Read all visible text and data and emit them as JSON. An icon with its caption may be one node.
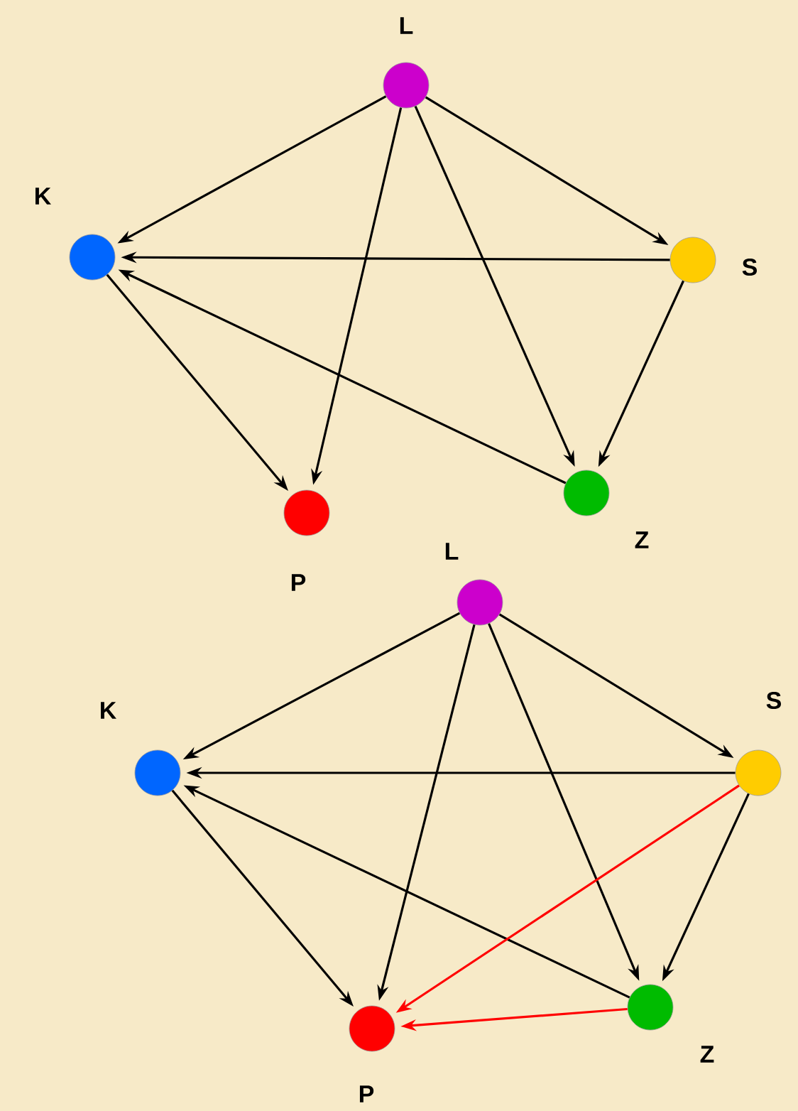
{
  "diagram": {
    "nodes": [
      {
        "text": [
          "L"
        ]
      },
      {
        "text": [
          "K"
        ]
      },
      {
        "text": [
          "S"
        ]
      },
      {
        "text": [
          "P"
        ]
      },
      {
        "text": [
          "Z"
        ]
      },
      {
        "text": [
          "L"
        ]
      },
      {
        "text": [
          "K"
        ]
      },
      {
        "text": [
          "S"
        ]
      },
      {
        "text": [
          "P"
        ]
      },
      {
        "text": [
          "Z"
        ]
      }
    ],
    "edges": [
      {
        "from": 0,
        "to": 1,
        "arrow": "to"
      },
      {
        "from": 0,
        "to": 2,
        "arrow": "to"
      },
      {
        "from": 0,
        "to": 3,
        "arrow": "to"
      },
      {
        "from": 0,
        "to": 4,
        "arrow": "to"
      },
      {
        "from": 2,
        "to": 1,
        "arrow": "to"
      },
      {
        "from": 2,
        "to": 4,
        "arrow": "to"
      },
      {
        "from": 1,
        "to": 3,
        "arrow": "to"
      },
      {
        "from": 4,
        "to": 1,
        "arrow": "to"
      },
      {
        "from": 5,
        "to": 6,
        "arrow": "to"
      },
      {
        "from": 5,
        "to": 7,
        "arrow": "to"
      },
      {
        "from": 5,
        "to": 8,
        "arrow": "to"
      },
      {
        "from": 5,
        "to": 9,
        "arrow": "to"
      },
      {
        "from": 7,
        "to": 6,
        "arrow": "to"
      },
      {
        "from": 7,
        "to": 9,
        "arrow": "to"
      },
      {
        "from": 6,
        "to": 8,
        "arrow": "to"
      },
      {
        "from": 9,
        "to": 6,
        "arrow": "to"
      },
      {
        "from": 7,
        "to": 8,
        "arrow": "to",
        "color": "#ff0000"
      },
      {
        "from": 9,
        "to": 8,
        "arrow": "to",
        "color": "#ff0000"
      }
    ]
  }
}
